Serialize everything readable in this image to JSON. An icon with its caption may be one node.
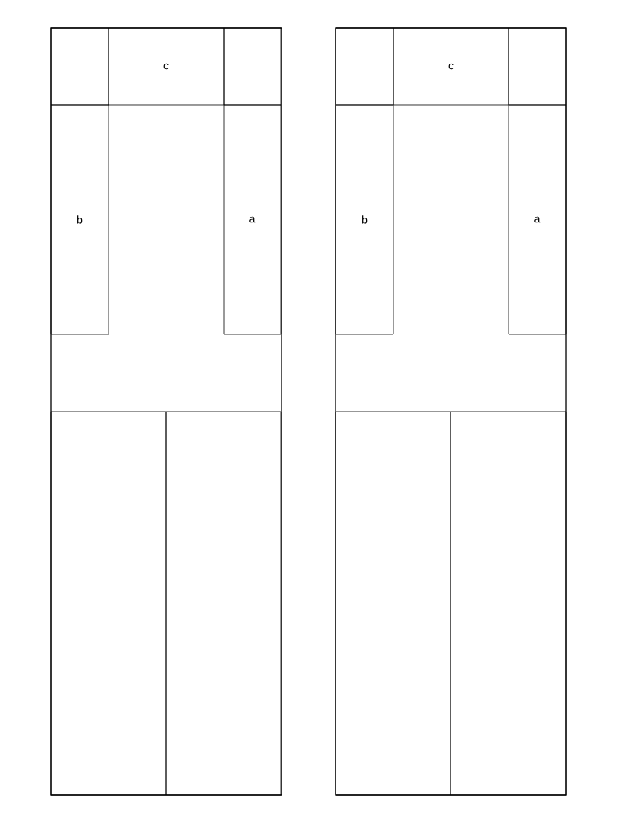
{
  "diagram": {
    "nodes": [
      {
        "text": [],
        "shape": "box"
      },
      {
        "text": [],
        "shape": "box",
        "in": 0
      },
      {
        "text": [
          "c"
        ],
        "in": 0
      },
      {
        "text": [],
        "shape": "box",
        "in": 0
      },
      {
        "text": [
          "b"
        ],
        "in": 0
      },
      {
        "text": [
          "a"
        ],
        "in": 0
      },
      {
        "text": [],
        "shape": "box",
        "in": 0
      },
      {
        "text": [],
        "shape": "box",
        "in": 0
      },
      {
        "text": [],
        "shape": "box"
      },
      {
        "text": [],
        "shape": "box",
        "in": 8
      },
      {
        "text": [
          "c"
        ],
        "in": 8
      },
      {
        "text": [],
        "shape": "box",
        "in": 8
      },
      {
        "text": [
          "b"
        ],
        "in": 8
      },
      {
        "text": [
          "a"
        ],
        "in": 8
      },
      {
        "text": [],
        "shape": "box",
        "in": 8
      },
      {
        "text": [],
        "shape": "box",
        "in": 8
      }
    ]
  }
}
